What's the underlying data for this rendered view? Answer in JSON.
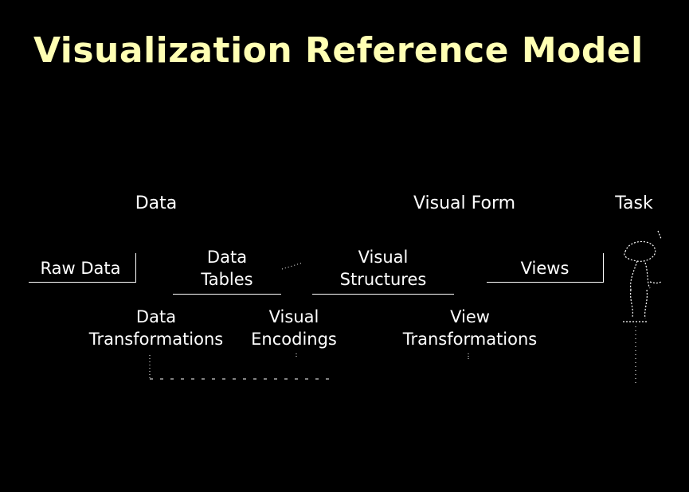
{
  "title": "Visualization Reference Model",
  "colors": {
    "background": "#000000",
    "title": "#ffffb3",
    "text": "#ffffff",
    "lines": "#ffffff"
  },
  "sections": {
    "data": "Data",
    "visual_form": "Visual Form",
    "task": "Task"
  },
  "nodes": {
    "raw_data": "Raw Data",
    "data_tables": {
      "line1": "Data",
      "line2": "Tables"
    },
    "visual_structures": {
      "line1": "Visual",
      "line2": "Structures"
    },
    "views": "Views"
  },
  "transforms": {
    "data_transformations": {
      "line1": "Data",
      "line2": "Transformations"
    },
    "visual_encodings": {
      "line1": "Visual",
      "line2": "Encodings"
    },
    "view_transformations": {
      "line1": "View",
      "line2": "Transformations"
    }
  },
  "figure_icon": "stick-figure-user-icon"
}
